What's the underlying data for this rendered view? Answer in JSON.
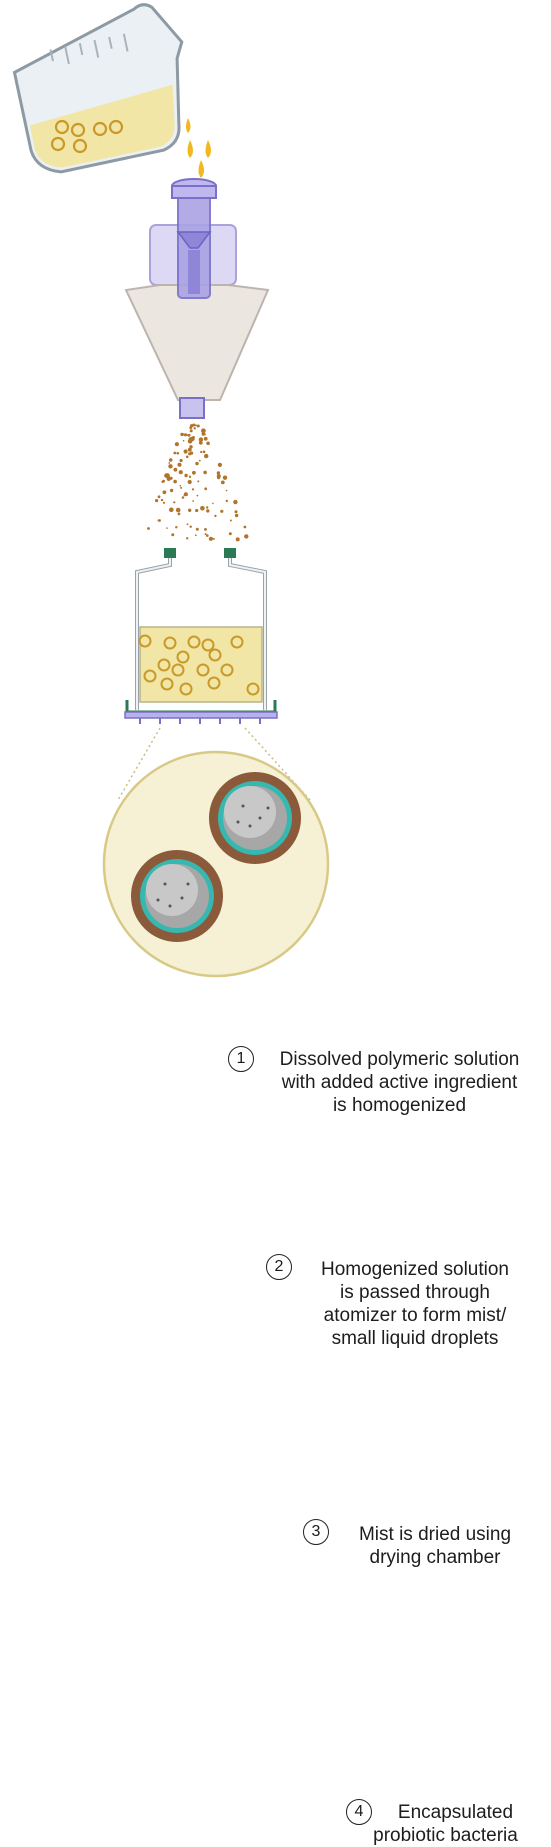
{
  "steps": [
    {
      "number": "1",
      "lines": [
        "Dissolved polymeric solution",
        "with added active ingredient",
        "is homogenized"
      ]
    },
    {
      "number": "2",
      "lines": [
        "Homogenized solution",
        "is passed through",
        "atomizer to form mist/",
        "small liquid droplets"
      ]
    },
    {
      "number": "3",
      "lines": [
        "Mist is dried using",
        "drying chamber"
      ]
    },
    {
      "number": "4",
      "lines": [
        "Encapsulated",
        "probiotic bacteria"
      ]
    }
  ],
  "icons": {
    "beaker": "beaker-icon",
    "atomizer": "atomizer-icon",
    "chamber": "drying-chamber-icon",
    "capsules": "encapsulated-bacteria-icon"
  },
  "colors": {
    "liquid": "#f2e6a6",
    "droplet": "#f1b820",
    "mist": "#b0742a",
    "glass": "#e9eef2",
    "tube": "#8f86d8",
    "cone": "#ece6e1",
    "capsule_shell": "#8a5a3a",
    "capsule_ring": "#36b8b0",
    "magnifier_fill": "#f6f1d4"
  }
}
